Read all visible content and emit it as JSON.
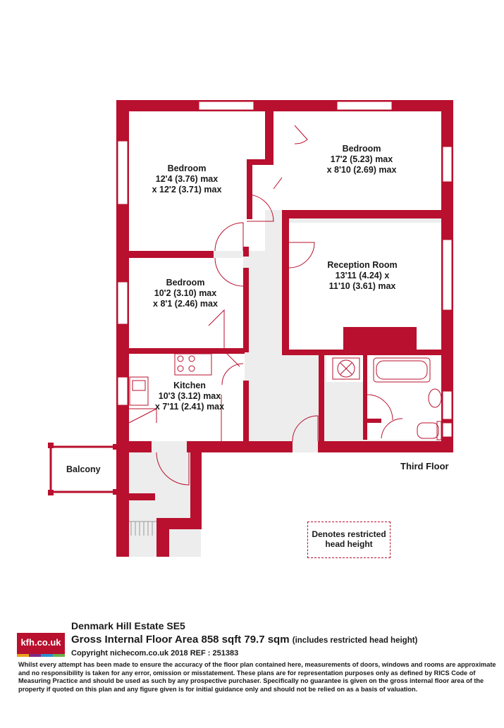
{
  "rooms": {
    "bedroom1": {
      "name": "Bedroom",
      "dim1": "12'4 (3.76) max",
      "dim2": "x 12'2 (3.71) max"
    },
    "bedroom2": {
      "name": "Bedroom",
      "dim1": "17'2 (5.23) max",
      "dim2": "x 8'10 (2.69) max"
    },
    "bedroom3": {
      "name": "Bedroom",
      "dim1": "10'2 (3.10) max",
      "dim2": "x 8'1 (2.46) max"
    },
    "reception": {
      "name": "Reception Room",
      "dim1": "13'11 (4.24) x",
      "dim2": "11'10 (3.61) max"
    },
    "kitchen": {
      "name": "Kitchen",
      "dim1": "10'3 (3.12) max",
      "dim2": "x 7'11 (2.41) max"
    },
    "balcony": {
      "name": "Balcony"
    }
  },
  "floor_label": "Third Floor",
  "restricted_note": {
    "line1": "Denotes restricted",
    "line2": "head height"
  },
  "footer": {
    "logo_text": "kfh.co.uk",
    "address": "Denmark Hill Estate  SE5",
    "gia_main": "Gross Internal Floor Area 858 sqft 79.7 sqm",
    "gia_note": "(includes restricted head height)",
    "copyright": "Copyright nichecom.co.uk 2018 REF : 251383",
    "disclaimer": "Whilst every attempt has been made to ensure the accuracy of the floor plan contained here, measurements of doors, windows and rooms are approximate and no responsibility is taken for any error, omission or misstatement.  These plans are for representation purposes only as defined by RICS Code of Measuring Practice and should be used as such by any prospective purchaser.  Specifically no guarantee is given on the gross internal floor area of the property if quoted on this plan and any figure given is for initial guidance only and should not be relied on as a basis of valuation."
  },
  "colors": {
    "wall": "#b8102e",
    "floor": "#ededed",
    "logo_bars": [
      "#e8a21c",
      "#7b2b86",
      "#2c8fcf",
      "#6ab04c"
    ]
  }
}
